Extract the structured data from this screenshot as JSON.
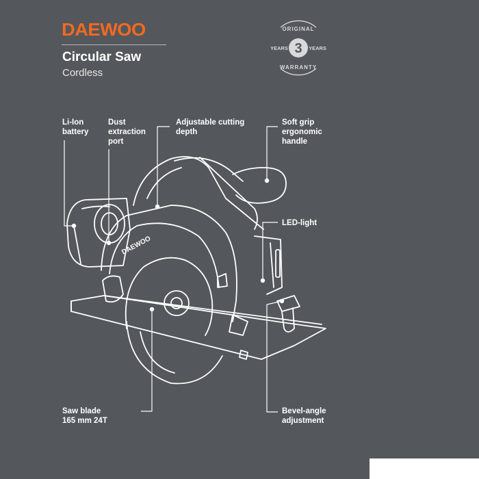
{
  "brand": {
    "logo_text": "DAEWOO"
  },
  "product": {
    "title": "Circular Saw",
    "subtitle": "Cordless"
  },
  "warranty": {
    "top": "ORIGINAL",
    "bottom": "WARRANTY",
    "left": "YEARS",
    "right": "YEARS",
    "number": "3"
  },
  "labels": {
    "battery": [
      "Li-Ion",
      "battery"
    ],
    "dust_port": [
      "Dust",
      "extraction",
      "port"
    ],
    "cutting_depth": [
      "Adjustable cutting",
      "depth"
    ],
    "grip": [
      "Soft grip",
      "ergonomic",
      "handle"
    ],
    "led": [
      "LED-light"
    ],
    "blade": [
      "Saw blade",
      "165 mm 24T"
    ],
    "bevel": [
      "Bevel-angle",
      "adjustment"
    ]
  },
  "device_marking": "DAEWOO",
  "colors": {
    "background": "#54575c",
    "brand": "#f26a21",
    "line": "#ffffff"
  }
}
